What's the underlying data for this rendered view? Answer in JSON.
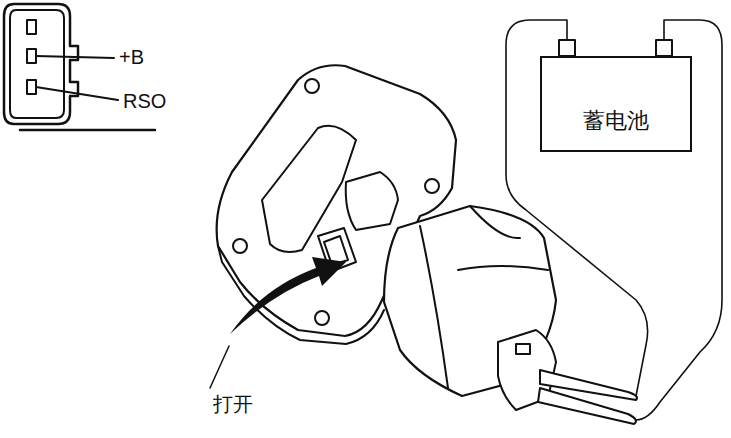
{
  "diagram": {
    "nodes": [
      {
        "text": [
          "蓄电池"
        ]
      }
    ],
    "labels": [
      "+B",
      "RSO",
      "打开"
    ]
  }
}
